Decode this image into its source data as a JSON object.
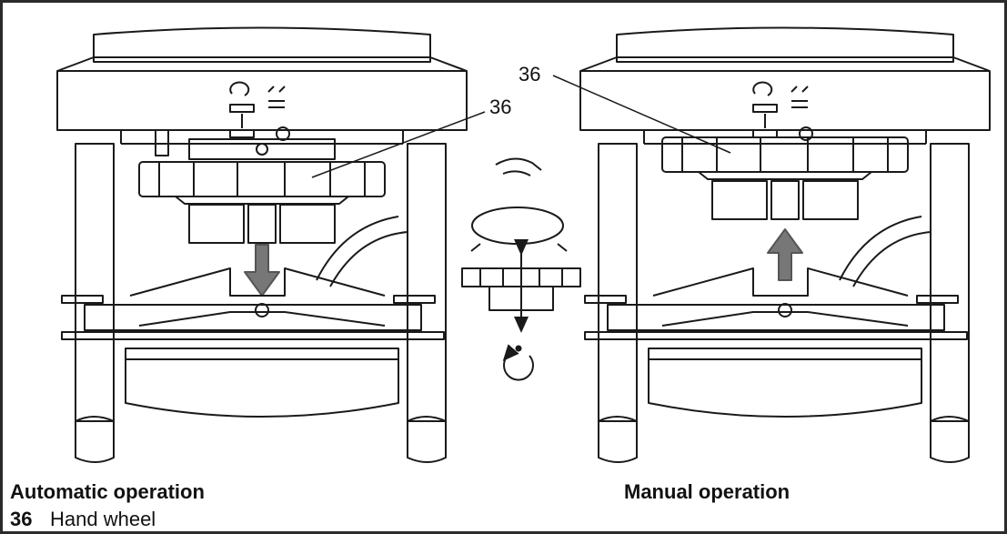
{
  "captions": {
    "automatic": "Automatic operation",
    "manual": "Manual operation"
  },
  "callouts": {
    "left": "36",
    "right": "36"
  },
  "legend": {
    "number": "36",
    "label": "Hand wheel"
  }
}
